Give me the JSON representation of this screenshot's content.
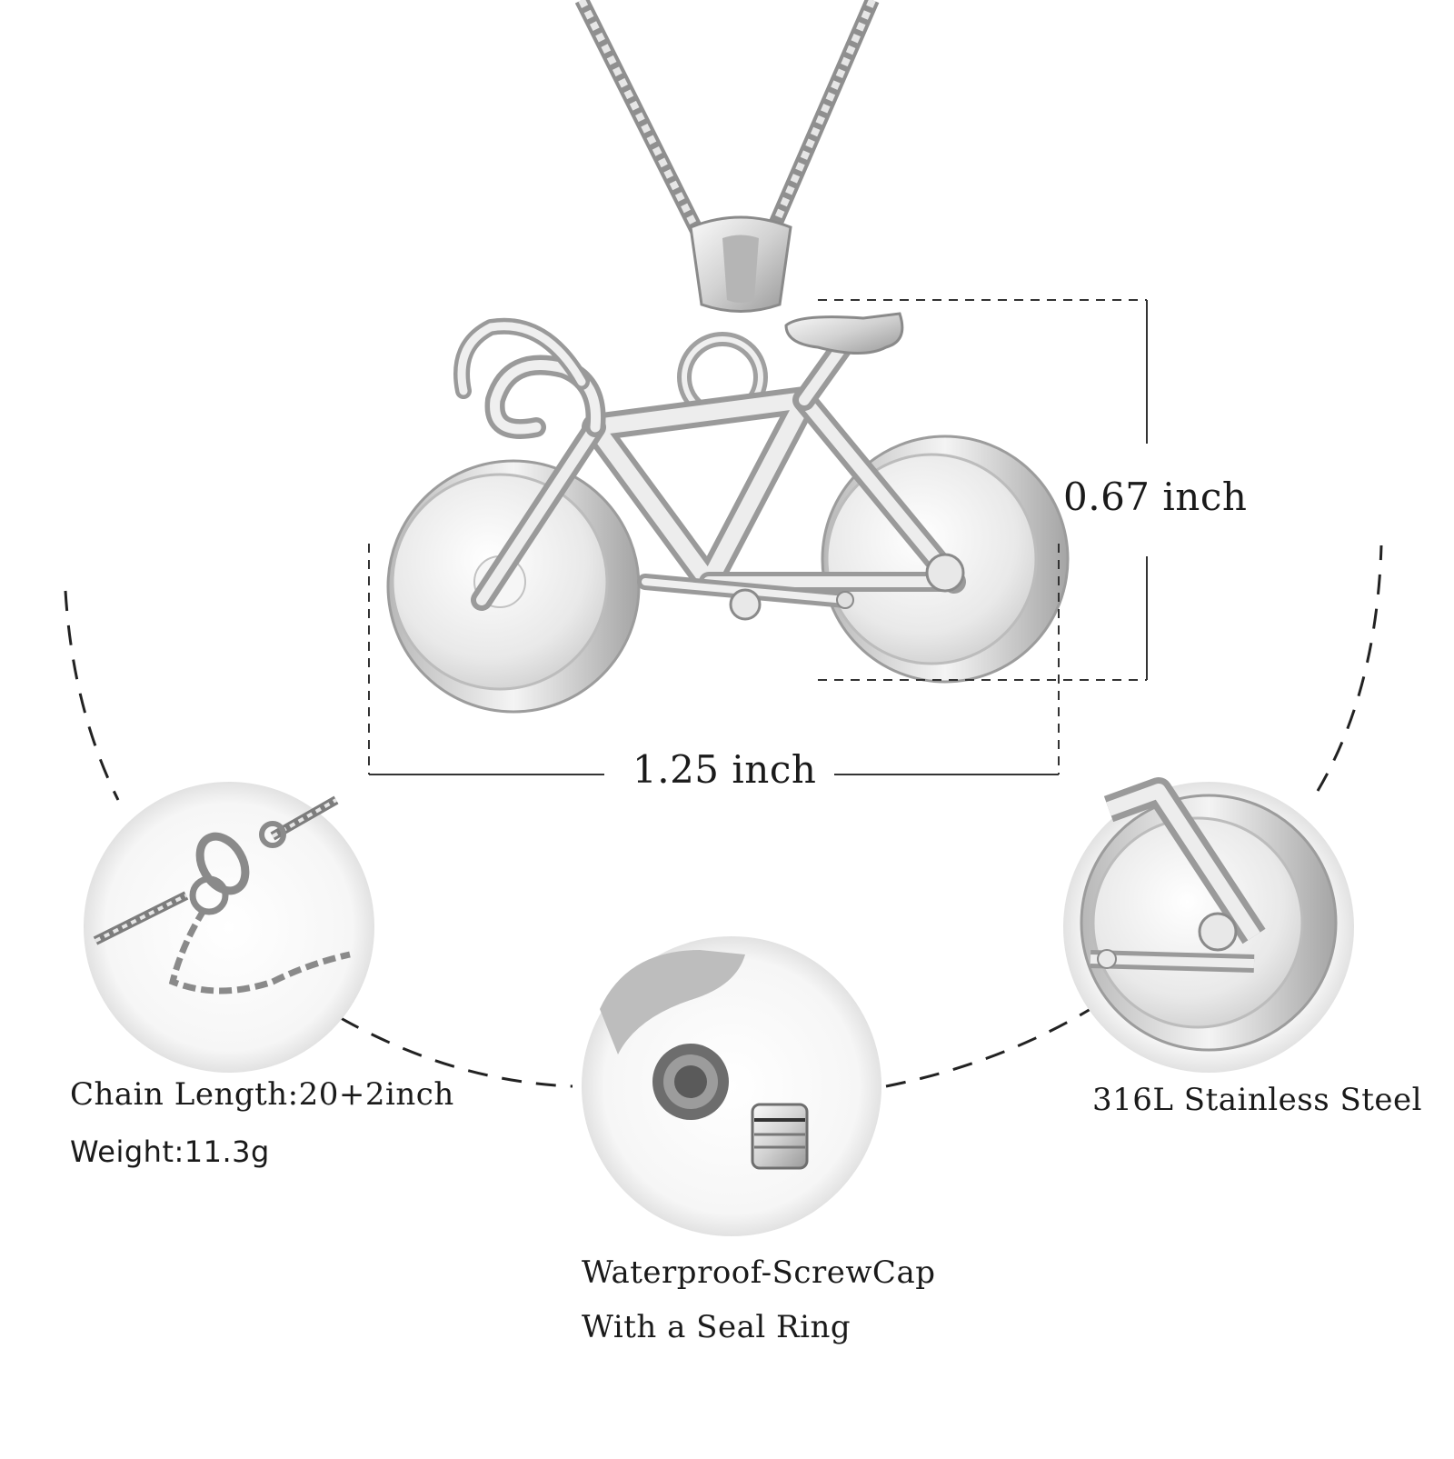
{
  "dimensions": {
    "height": "0.67 inch",
    "width": "1.25 inch"
  },
  "features": {
    "chain_length": "Chain Length:20+2inch",
    "weight": "Weight:11.3g",
    "screwcap_line1": "Waterproof-ScrewCap",
    "screwcap_line2": "With a Seal Ring",
    "material": "316L Stainless Steel"
  },
  "colors": {
    "metal_light": "#f2f2f2",
    "metal_mid": "#cfcfcf",
    "metal_dark": "#8a8a8a",
    "text": "#1a1a1a"
  }
}
